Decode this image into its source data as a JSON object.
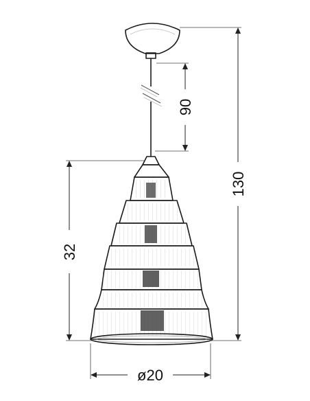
{
  "dimensions": {
    "cable_length": "90",
    "total_height": "130",
    "shade_height": "32",
    "diameter": "ø20"
  },
  "colors": {
    "line": "#1a1a1a",
    "shade_fill": "#bdbdbd",
    "shade_light": "#e6e6e6",
    "background": "#ffffff"
  }
}
